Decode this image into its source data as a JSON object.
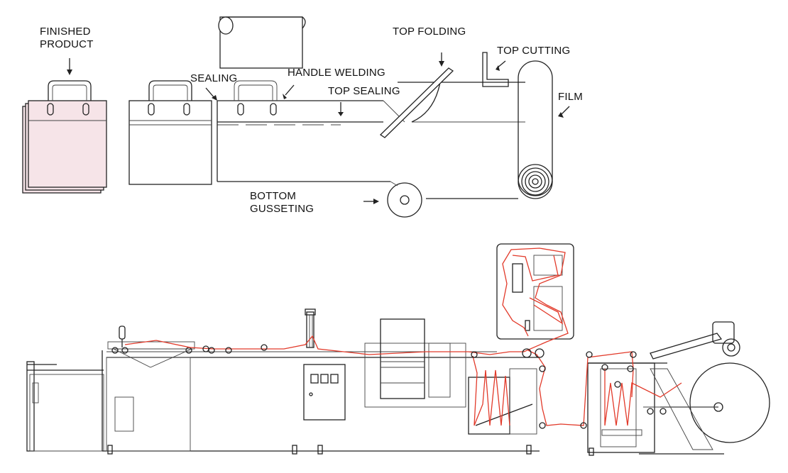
{
  "labels": {
    "finished_product": [
      "FINISHED",
      "PRODUCT"
    ],
    "sealing": "SEALING",
    "handle_welding": "HANDLE WELDING",
    "top_sealing": "TOP SEALING",
    "top_folding": "TOP FOLDING",
    "top_cutting": "TOP CUTTING",
    "film": "FILM",
    "bottom_gusseting": [
      "BOTTOM",
      "GUSSETING"
    ]
  },
  "colors": {
    "line": "#222222",
    "web_path": "#e23a2a",
    "product_fill": "#f6e4e8"
  }
}
